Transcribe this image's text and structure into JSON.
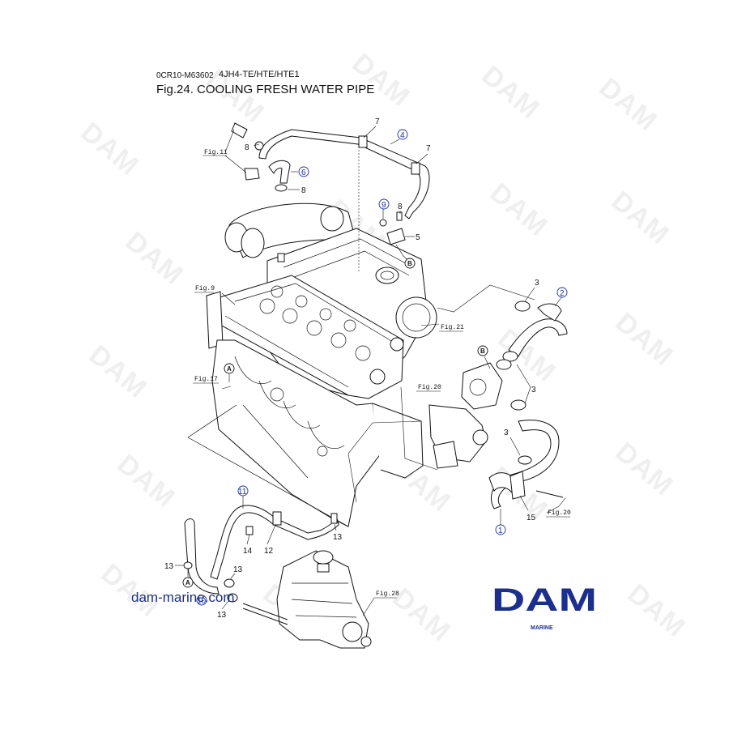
{
  "header": {
    "code": "0CR10-M63602",
    "model": "4JH4-TE/HTE/HTE1",
    "title": "Fig.24.  COOLING FRESH WATER PIPE"
  },
  "watermark": {
    "text": "DAM"
  },
  "footer": {
    "url": "dam-marine.com"
  },
  "logo": {
    "main_text": "DAM",
    "sub_text": "MARINE",
    "color": "#1a2f8f"
  },
  "callouts": {
    "c1": "1",
    "c2": "2",
    "c4": "4",
    "c6": "6",
    "c9": "9",
    "c10": "10",
    "c11": "11"
  },
  "keys": {
    "a": "A",
    "b": "B"
  },
  "part_numbers": {
    "p3": "3",
    "p5": "5",
    "p7": "7",
    "p8": "8",
    "p12": "12",
    "p13": "13",
    "p14": "14",
    "p15": "15"
  },
  "figure_refs": {
    "fig9": "Fig.9",
    "fig11": "Fig.11",
    "fig17": "Fig.17",
    "fig20": "Fig.20",
    "fig21": "Fig.21",
    "fig28": "Fig.28"
  }
}
